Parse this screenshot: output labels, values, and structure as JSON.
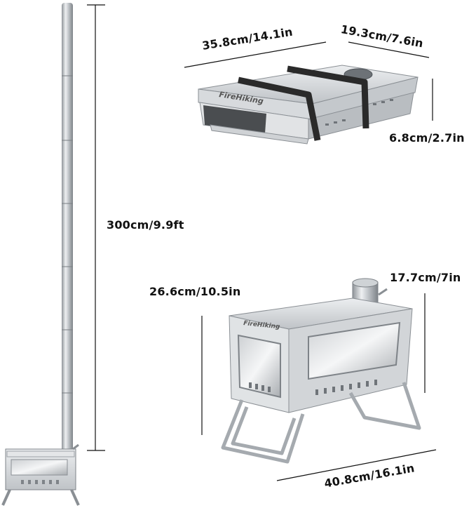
{
  "dimensions": {
    "pipe_height": "300cm/9.9ft",
    "folded_length": "35.8cm/14.1in",
    "folded_width": "19.3cm/7.6in",
    "folded_height": "6.8cm/2.7in",
    "stove_height": "26.6cm/10.5in",
    "stove_depth": "17.7cm/7in",
    "stove_length": "40.8cm/16.1in"
  },
  "brand_logo": "FireHiking",
  "colors": {
    "steel": "#d9dcdf",
    "steel_dark": "#9ea3a8",
    "strap": "#2a2a2a",
    "dimension_line": "#111111"
  }
}
